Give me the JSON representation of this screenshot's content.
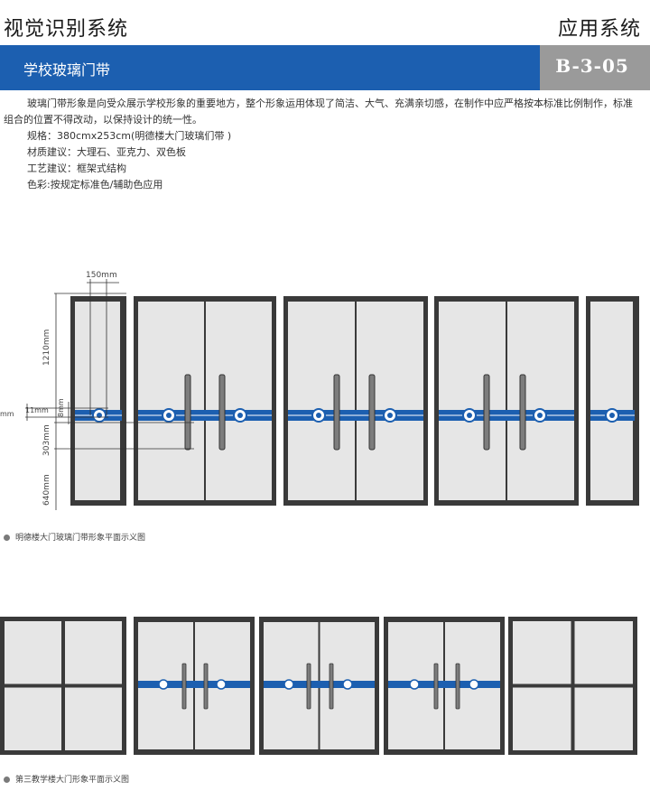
{
  "header": {
    "left_title": "视觉识别系统",
    "right_title": "应用系统"
  },
  "band": {
    "title": "学校玻璃门带",
    "code": "B-3-05"
  },
  "intro": "玻璃门带形象是向受众展示学校形象的重要地方，整个形象运用体现了简洁、大气、充满亲切感，在制作中应严格按本标准比例制作，标准组合的位置不得改动，以保持设计的统一性。",
  "specs": [
    "规格：380cmx253cm(明德楼大门玻璃们带 )",
    "材质建议：大理石、亚克力、双色板",
    "工艺建议：框架式结构",
    "色彩:按规定标准色/辅助色应用"
  ],
  "dimensions": {
    "width_top": "150mm",
    "h1": "1210mm",
    "h2": "8mm",
    "h3": "11mm",
    "h4": "303mm",
    "h5": "640mm",
    "left": "mm"
  },
  "captions": {
    "fig1": "明德楼大门玻璃门带形象平面示义图",
    "fig2": "第三教学楼大门形象平面示义图"
  },
  "colors": {
    "brand_blue": "#1c5fb0",
    "frame": "#3a3a3a",
    "glass": "#e6e6e6",
    "tag_gray": "#9a9a9a"
  }
}
